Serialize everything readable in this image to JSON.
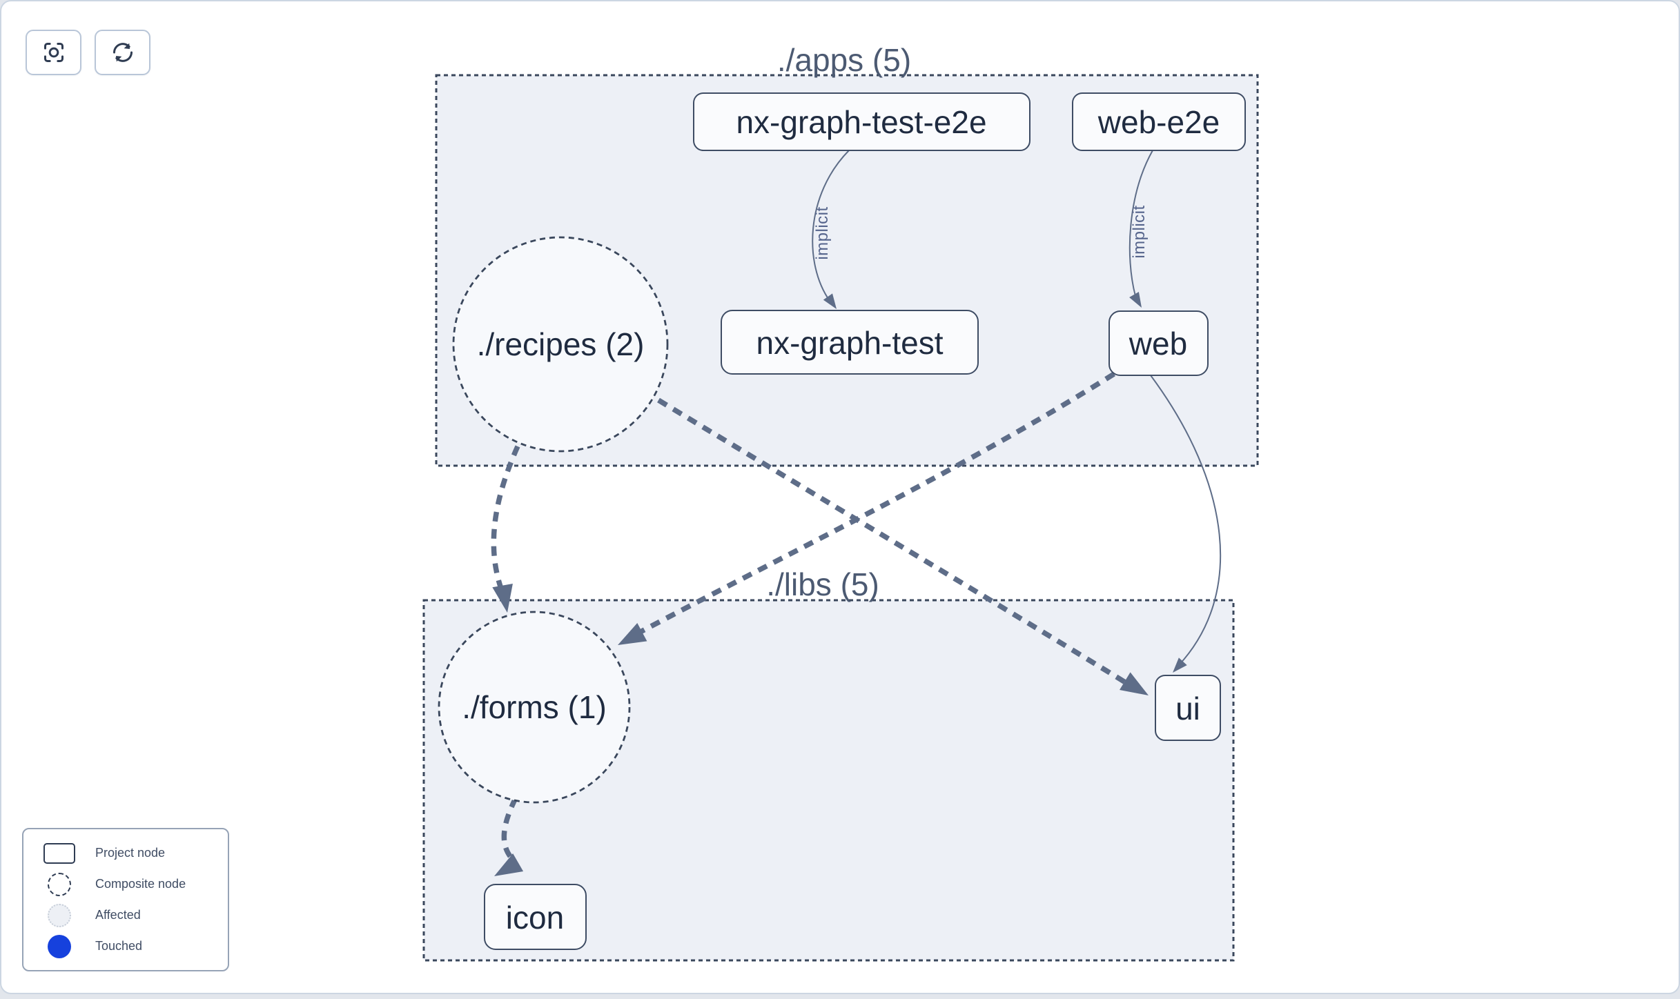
{
  "toolbar": {
    "buttons": [
      {
        "id": "center-graph",
        "icon": "crosshair-scan-icon"
      },
      {
        "id": "refresh-graph",
        "icon": "refresh-icon"
      }
    ]
  },
  "graph": {
    "clusters": [
      {
        "id": "apps",
        "label": "./apps (5)"
      },
      {
        "id": "libs",
        "label": "./libs (5)"
      }
    ],
    "composite_nodes": [
      {
        "id": "recipes",
        "label": "./recipes (2)"
      },
      {
        "id": "forms",
        "label": "./forms (1)"
      }
    ],
    "project_nodes": [
      {
        "id": "nx-graph-test-e2e",
        "label": "nx-graph-test-e2e"
      },
      {
        "id": "web-e2e",
        "label": "web-e2e"
      },
      {
        "id": "nx-graph-test",
        "label": "nx-graph-test"
      },
      {
        "id": "web",
        "label": "web"
      },
      {
        "id": "ui",
        "label": "ui"
      },
      {
        "id": "icon",
        "label": "icon"
      }
    ],
    "edge_labels": [
      {
        "id": "implicit-nx-graph-test",
        "label": "implicit"
      },
      {
        "id": "implicit-web",
        "label": "implicit"
      }
    ]
  },
  "legend": {
    "items": [
      {
        "id": "project-node",
        "label": "Project node"
      },
      {
        "id": "composite-node",
        "label": "Composite node"
      },
      {
        "id": "affected",
        "label": "Affected"
      },
      {
        "id": "touched",
        "label": "Touched"
      }
    ],
    "colors": {
      "touched": "#1641dd",
      "affected_fill": "#edf0f5",
      "cluster_fill": "#edf0f6",
      "edge": "#5e6d88"
    }
  }
}
